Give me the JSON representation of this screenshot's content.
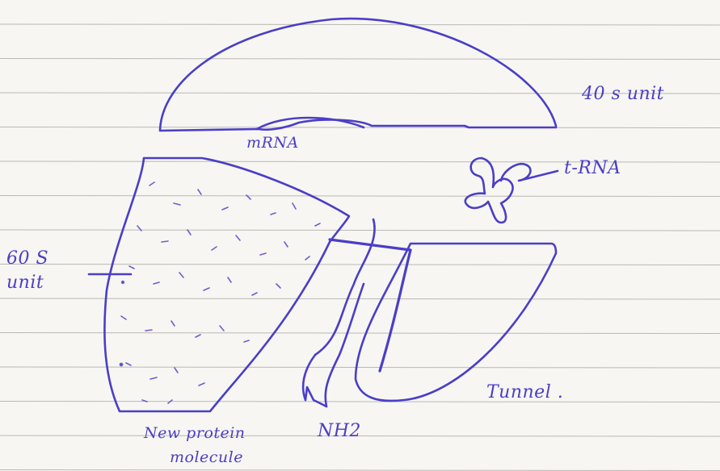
{
  "colors": {
    "paper": "#f7f6f2",
    "ruling": "#b9b9b4",
    "ink": "#4b3ec7"
  },
  "labels": {
    "subunit_40s": "40 s unit",
    "mrna": "mRNA",
    "trna": "t-RNA",
    "subunit_60s_line1": "60 S",
    "subunit_60s_line2": "unit",
    "tunnel": "Tunnel .",
    "nh2": "NH2",
    "protein_line1": "New protein",
    "protein_line2": "molecule"
  }
}
